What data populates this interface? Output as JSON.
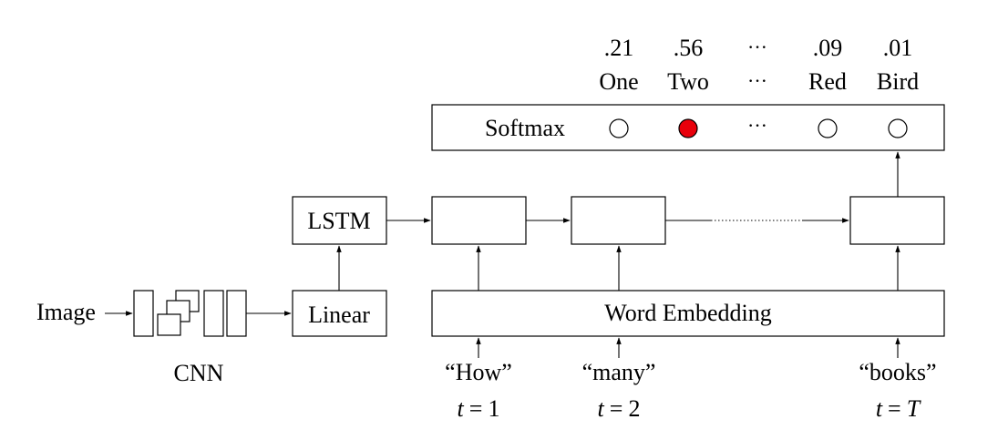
{
  "image_label": "Image",
  "cnn_label": "CNN",
  "linear_label": "Linear",
  "lstm_label": "LSTM",
  "softmax_label": "Softmax",
  "embedding_label": "Word Embedding",
  "active_color": "#e8000b",
  "outputs": [
    {
      "prob": ".21",
      "word": "One",
      "selected": false
    },
    {
      "prob": ".56",
      "word": "Two",
      "selected": true
    },
    {
      "prob": "···",
      "word": "···",
      "ellipsis": true
    },
    {
      "prob": ".09",
      "word": "Red",
      "selected": false
    },
    {
      "prob": ".01",
      "word": "Bird",
      "selected": false
    }
  ],
  "inputs": [
    {
      "word": "“How”",
      "t_var": "t",
      "t_eq": "=",
      "t_val": "1",
      "t_val_italic": false
    },
    {
      "word": "“many”",
      "t_var": "t",
      "t_eq": "=",
      "t_val": "2",
      "t_val_italic": false
    },
    {
      "word": "“books”",
      "t_var": "t",
      "t_eq": "=",
      "t_val": "T",
      "t_val_italic": true
    }
  ]
}
